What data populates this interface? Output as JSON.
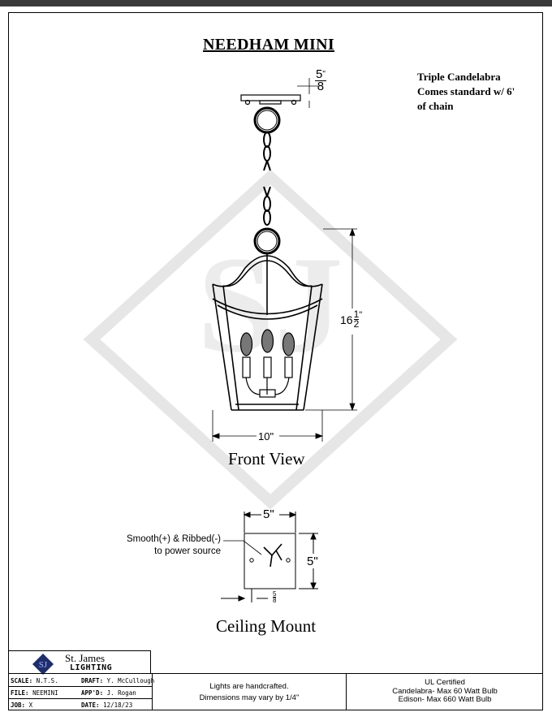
{
  "title": "NEEDHAM MINI",
  "spec_notes": [
    "Triple Candelabra",
    "Comes standard w/ 6'",
    "of chain"
  ],
  "front_view": {
    "label": "Front View",
    "canopy_height": {
      "numerator": "5",
      "denominator": "8",
      "unit": "\""
    },
    "height": {
      "whole": "16",
      "numerator": "1",
      "denominator": "2",
      "unit": "\""
    },
    "width": "10\""
  },
  "ceiling_mount": {
    "label": "Ceiling Mount",
    "width": "5\"",
    "depth": "5\"",
    "thickness": {
      "numerator": "5",
      "denominator": "8"
    },
    "wire_note": [
      "Smooth(+) & Ribbed(-)",
      "to power source"
    ]
  },
  "watermark": "SJ",
  "title_block": {
    "company_name": "St. James",
    "company_sub": "LIGHTING",
    "logo_text": "SJ",
    "scale_label": "SCALE:",
    "scale_value": "N.T.S.",
    "draft_label": "DRAFT:",
    "draft_value": "Y. McCullough",
    "file_label": "FILE:",
    "file_value": "NEEMINI",
    "appd_label": "APP'D:",
    "appd_value": "J. Rogan",
    "job_label": "JOB:",
    "job_value": "X",
    "date_label": "DATE:",
    "date_value": "12/18/23",
    "center_note": [
      "Lights are handcrafted.",
      "Dimensions may vary by 1/4\""
    ],
    "right_note": [
      "UL Certified",
      "Candelabra- Max 60 Watt Bulb",
      "Edison- Max 660 Watt Bulb"
    ]
  },
  "colors": {
    "line": "#000000",
    "watermark": "#e8e8e8",
    "logo_blue": "#1f2d6b"
  }
}
